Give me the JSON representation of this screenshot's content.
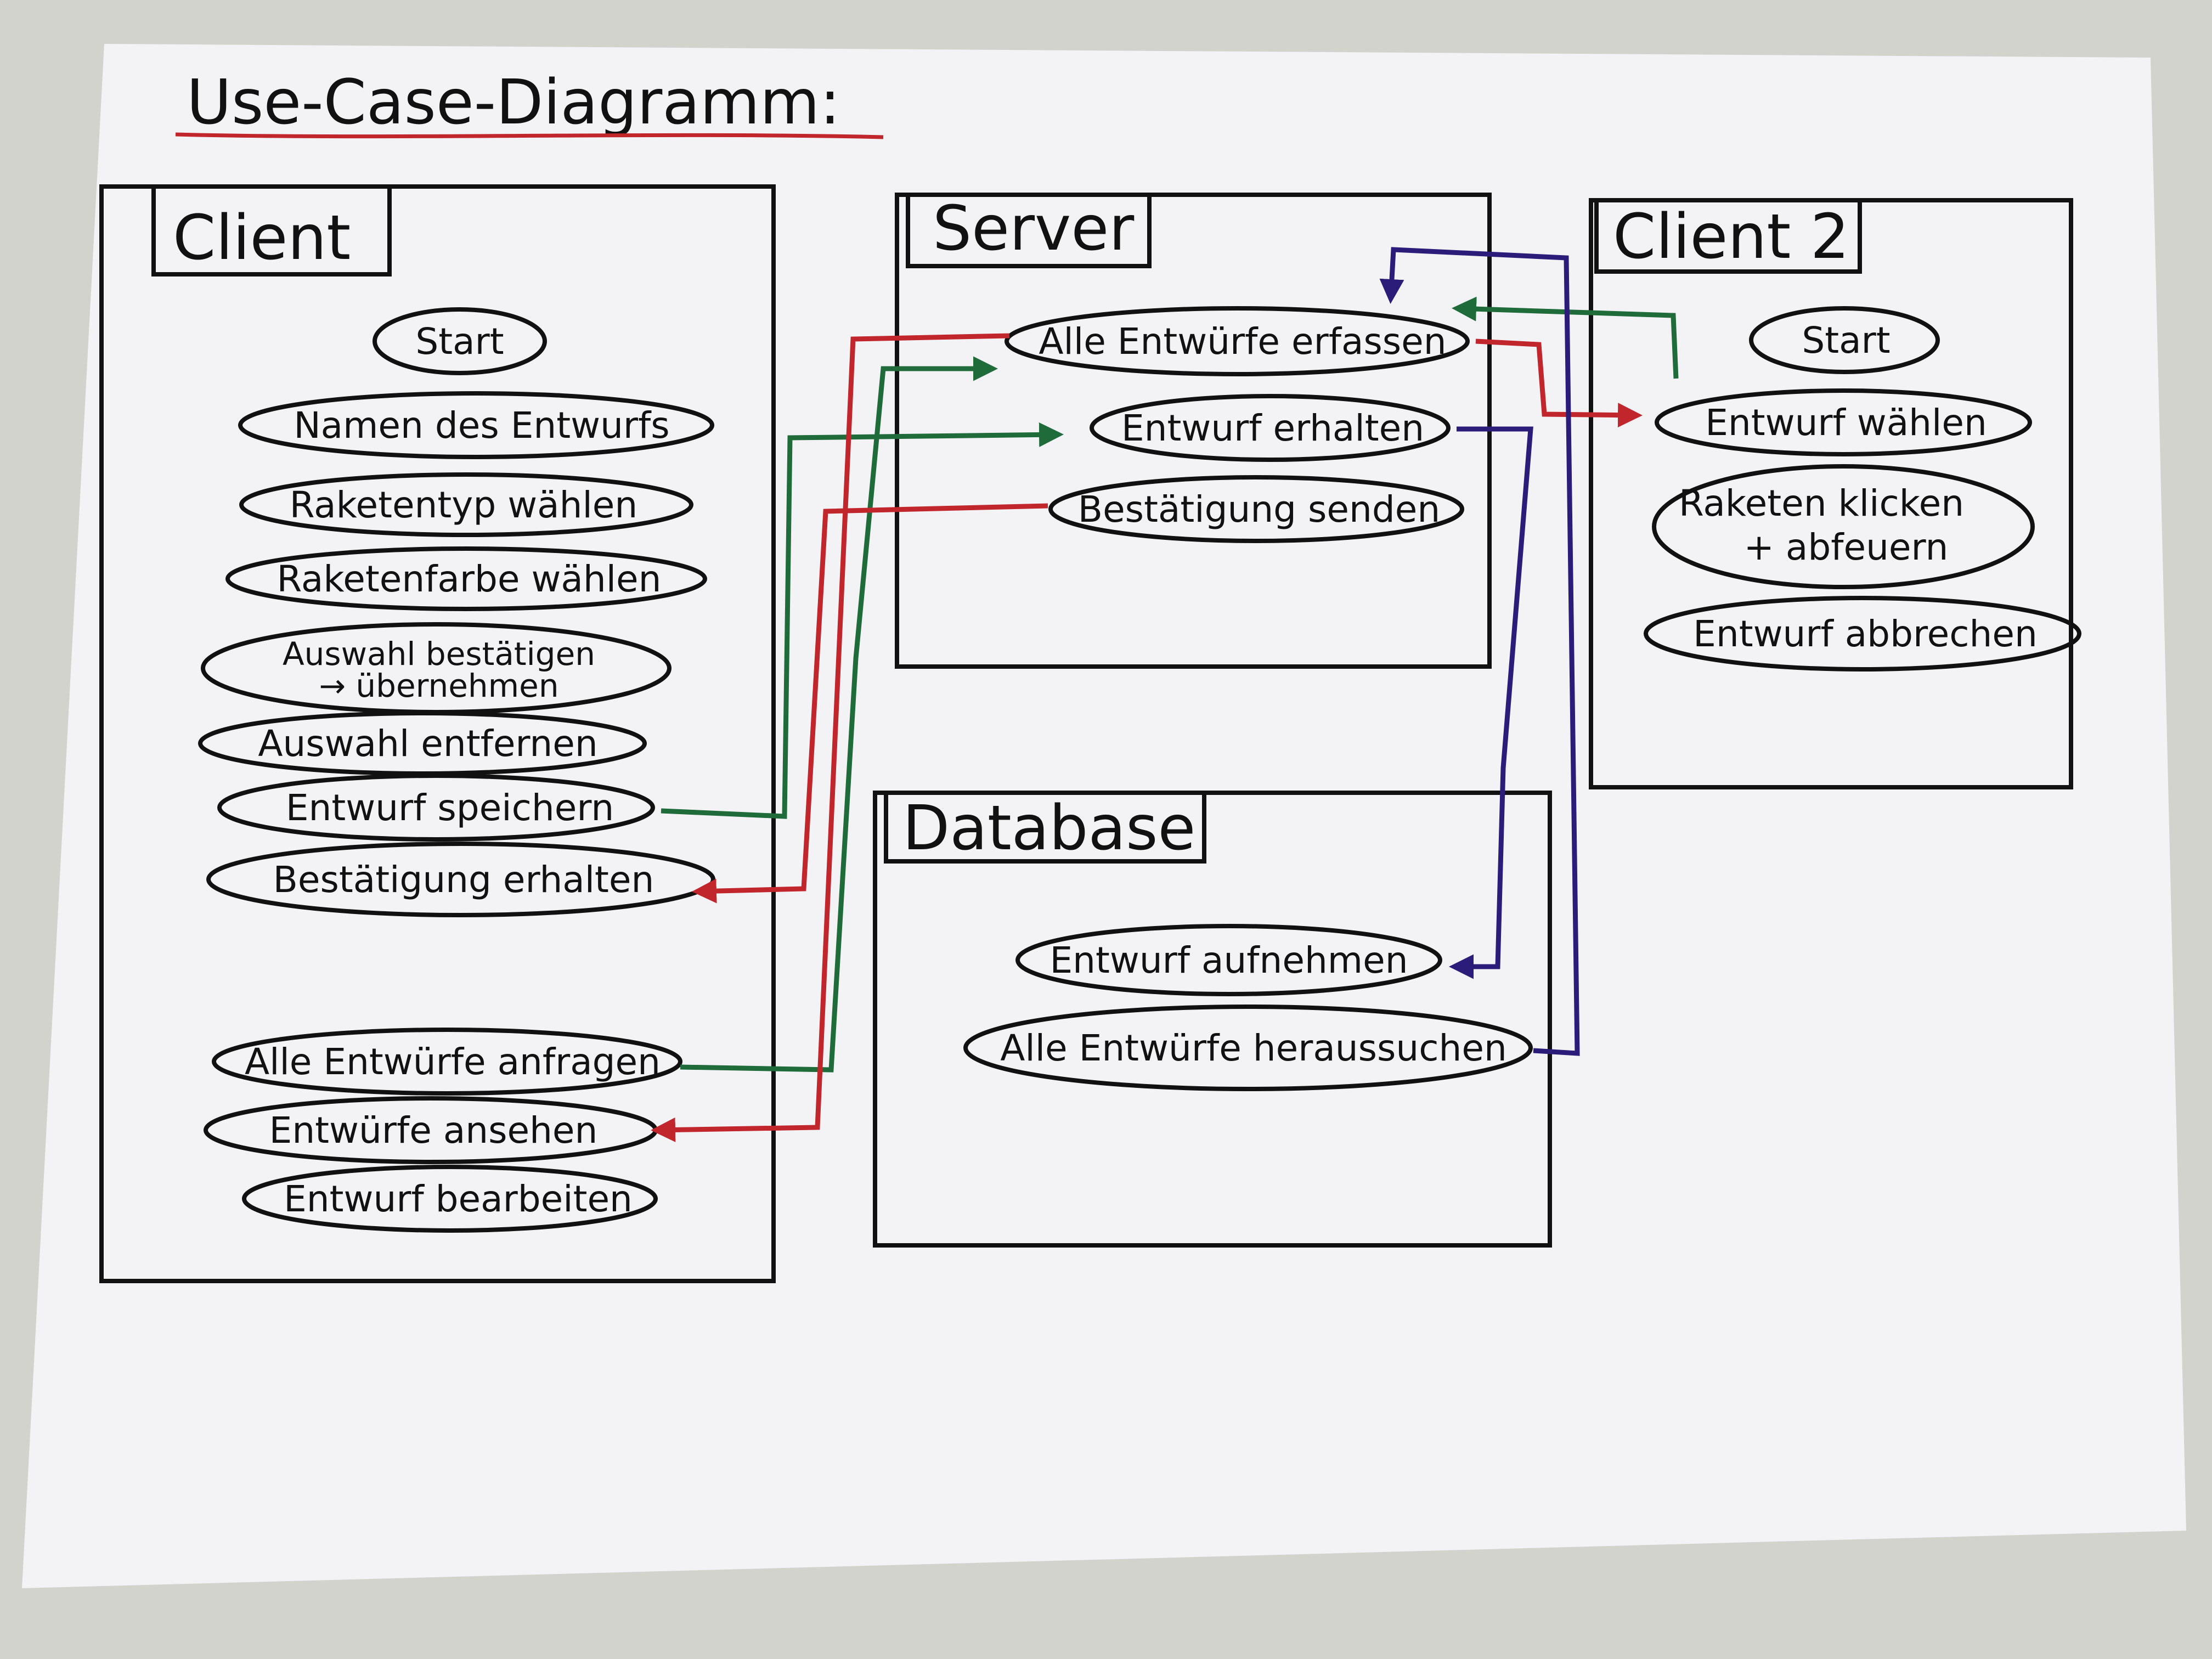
{
  "title": "Use-Case-Diagramm:",
  "systems": {
    "client": {
      "label": "Client",
      "use_cases": [
        "Start",
        "Namen des Entwurfs",
        "Raketentyp wählen",
        "Raketenfarbe wählen",
        "Auswahl bestätigen",
        "→ übernehmen",
        "Auswahl entfernen",
        "Entwurf speichern",
        "Bestätigung erhalten",
        "Alle Entwürfe anfragen",
        "Entwürfe ansehen",
        "Entwurf bearbeiten"
      ]
    },
    "server": {
      "label": "Server",
      "use_cases": [
        "Alle Entwürfe erfassen",
        "Entwurf erhalten",
        "Bestätigung senden"
      ]
    },
    "client2": {
      "label": "Client 2",
      "use_cases": [
        "Start",
        "Entwurf wählen",
        "Raketen klicken",
        "+ abfeuern",
        "Entwurf abbrechen"
      ]
    },
    "database": {
      "label": "Database",
      "use_cases": [
        "Entwurf aufnehmen",
        "Alle Entwürfe heraussuchen"
      ]
    }
  },
  "colors": {
    "paper": "#f3f3f6",
    "ink": "#111111",
    "green": "#1f6b3a",
    "red": "#c0262c",
    "blue": "#2b1c7a",
    "title_underline": "#c0262c"
  }
}
